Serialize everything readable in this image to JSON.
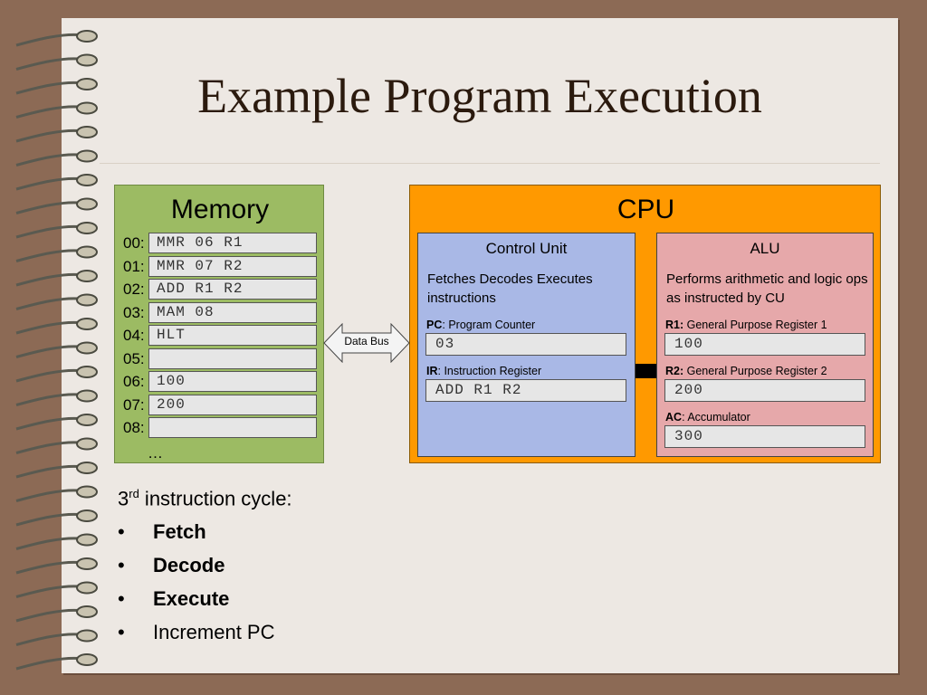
{
  "title": "Example Program Execution",
  "memory": {
    "title": "Memory",
    "rows": [
      {
        "addr": "00:",
        "value": "MMR 06 R1"
      },
      {
        "addr": "01:",
        "value": "MMR 07 R2"
      },
      {
        "addr": "02:",
        "value": "ADD R1 R2"
      },
      {
        "addr": "03:",
        "value": "MAM 08"
      },
      {
        "addr": "04:",
        "value": "HLT"
      },
      {
        "addr": "05:",
        "value": ""
      },
      {
        "addr": "06:",
        "value": "100"
      },
      {
        "addr": "07:",
        "value": "200"
      },
      {
        "addr": "08:",
        "value": ""
      }
    ],
    "ellipsis": "…"
  },
  "data_bus": "Data Bus",
  "cpu": {
    "title": "CPU",
    "control_unit": {
      "title": "Control Unit",
      "description": "Fetches Decodes Executes instructions",
      "pc_abbr": "PC",
      "pc_label": ": Program Counter",
      "pc_value": "03",
      "ir_abbr": "IR",
      "ir_label": ": Instruction Register",
      "ir_value": "ADD R1 R2"
    },
    "alu": {
      "title": "ALU",
      "description": "Performs arithmetic and logic ops as instructed by CU",
      "r1_abbr": "R1:",
      "r1_label": " General Purpose Register 1",
      "r1_value": "100",
      "r2_abbr": "R2:",
      "r2_label": " General Purpose Register 2",
      "r2_value": "200",
      "ac_abbr": "AC",
      "ac_label": ": Accumulator",
      "ac_value": "300"
    }
  },
  "cycle": {
    "ordinal": "3",
    "ordinal_suffix": "rd",
    "heading": " instruction cycle:",
    "bullet": "•",
    "steps": [
      "Fetch",
      "Decode",
      "Execute",
      "Increment PC"
    ]
  },
  "colors": {
    "background": "#8c6a55",
    "page": "#ede8e3",
    "memory": "#9cbb63",
    "cpu": "#ff9900",
    "control_unit": "#a9b8e6",
    "alu": "#e6a8aa"
  }
}
